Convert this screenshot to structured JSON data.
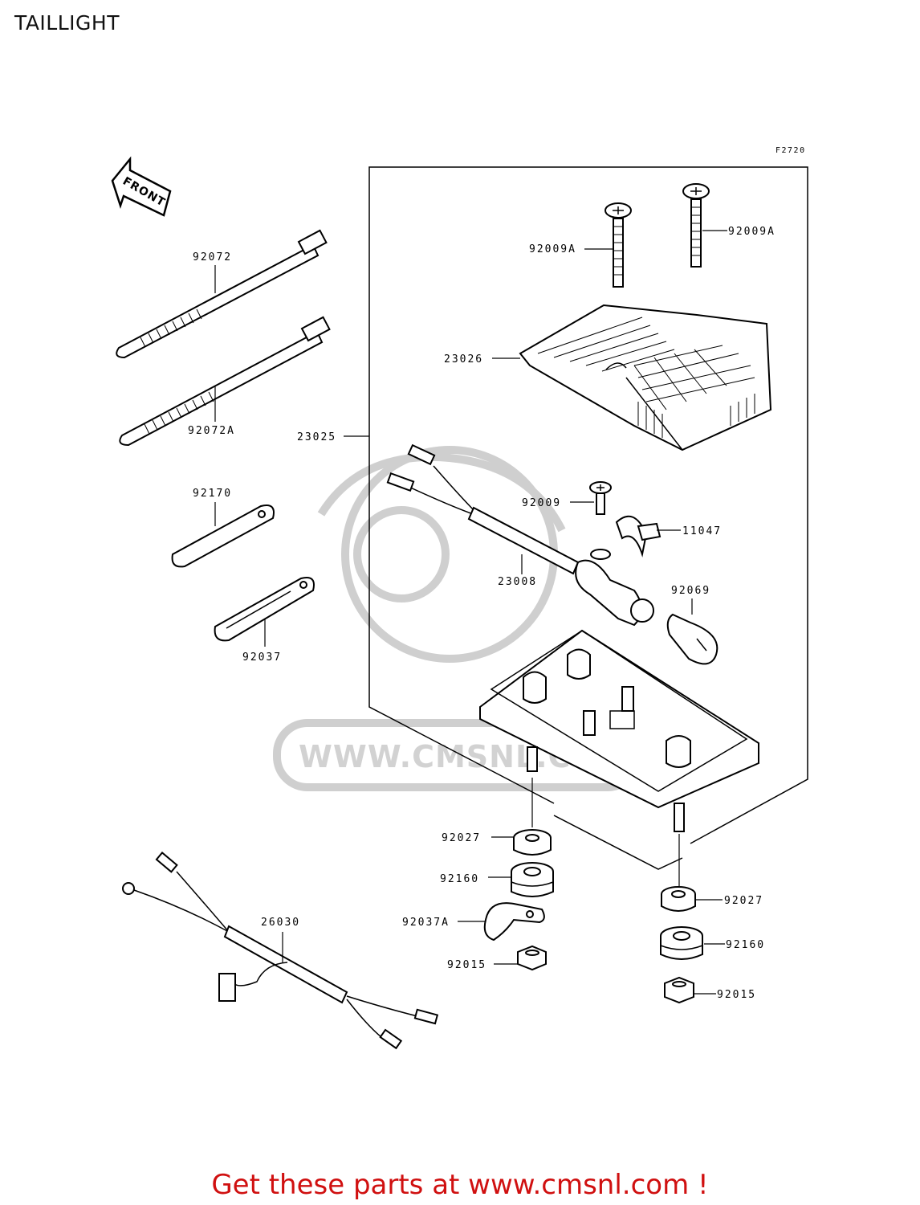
{
  "page": {
    "title": "TAILLIGHT"
  },
  "diagram": {
    "figure_code": "F2720",
    "direction_label": "FRONT",
    "watermark": "WWW.CMSNL.COM",
    "callouts": {
      "screw_left": "92009A",
      "screw_right": "92009A",
      "lens": "23026",
      "assembly": "23025",
      "tie_1": "92072",
      "tie_2": "92072A",
      "strap_1": "92170",
      "strap_2": "92037",
      "screw_small": "92009",
      "clamp": "11047",
      "socket": "23008",
      "bulb": "92069",
      "damper_left": "92027",
      "grommet_left": "92160",
      "clamp_left": "92037A",
      "nut_left": "92015",
      "damper_right": "92027",
      "grommet_right": "92160",
      "nut_right": "92015",
      "harness": "26030"
    }
  },
  "footer": {
    "cta": "Get these parts at www.cmsnl.com !"
  }
}
